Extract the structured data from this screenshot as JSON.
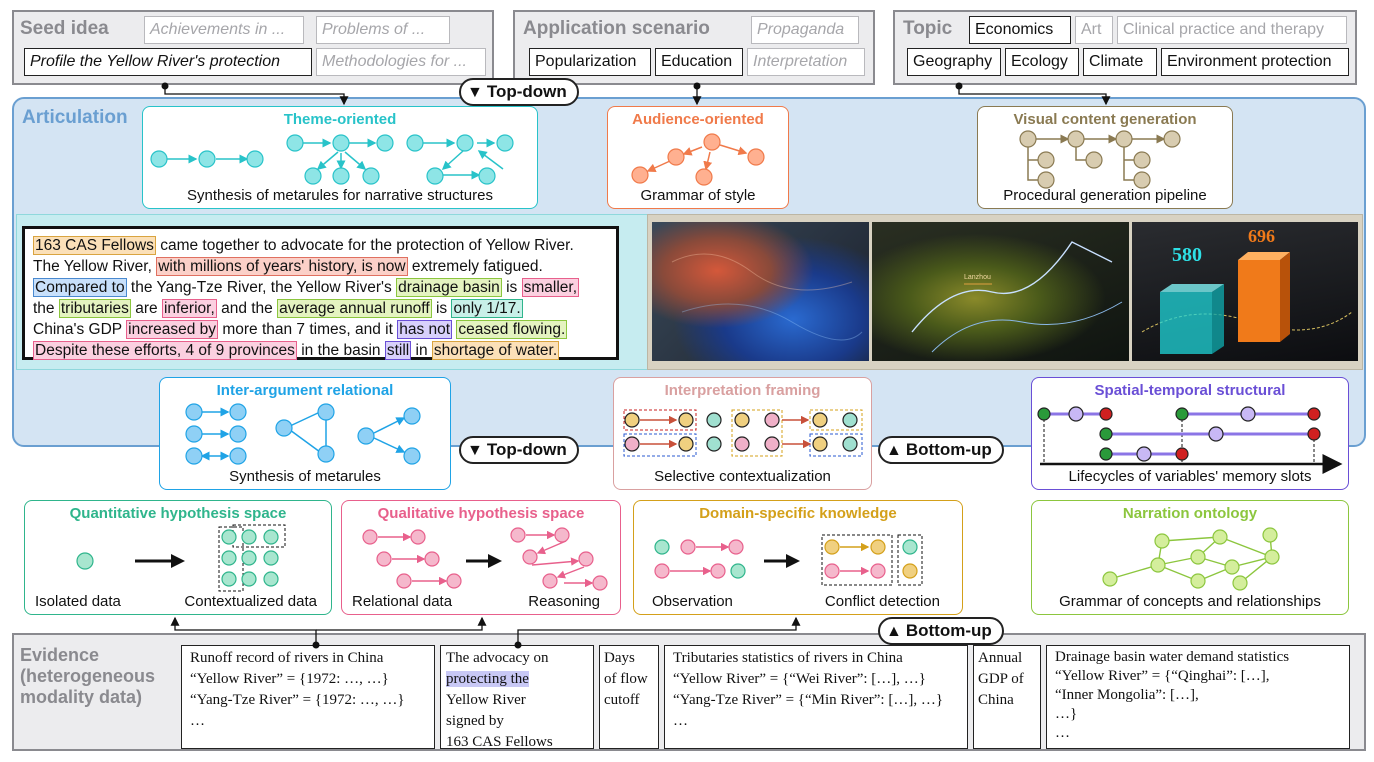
{
  "seed": {
    "title": "Seed idea",
    "chips": [
      "Achievements in ...",
      "Problems of ...",
      "Profile the Yellow River's protection",
      "Methodologies for ..."
    ]
  },
  "scenario": {
    "title": "Application scenario",
    "chips": [
      "Propaganda",
      "Popularization",
      "Education",
      "Interpretation"
    ]
  },
  "topic": {
    "title": "Topic",
    "chips": [
      "Economics",
      "Art",
      "Clinical practice and therapy",
      "Geography",
      "Ecology",
      "Climate",
      "Environment protection"
    ]
  },
  "arrows": {
    "topdown": "Top-down",
    "bottomup": "Bottom-up"
  },
  "articulation": {
    "title": "Articulation",
    "theme": {
      "title": "Theme-oriented",
      "caption": "Synthesis of metarules for narrative structures"
    },
    "audience": {
      "title": "Audience-oriented",
      "caption": "Grammar of style"
    },
    "visual": {
      "title": "Visual content generation",
      "caption": "Procedural generation pipeline"
    }
  },
  "narrative": [
    [
      {
        "t": "163 CAS Fellows",
        "c": "orange"
      },
      {
        "t": " came together to advocate for the protection of Yellow River."
      }
    ],
    [
      {
        "t": "The Yellow River, "
      },
      {
        "t": "with millions of years' history, is now",
        "c": "red"
      },
      {
        "t": " extremely fatigued."
      }
    ],
    [
      {
        "t": "Compared to",
        "c": "blue"
      },
      {
        "t": " the Yang-Tze River, the Yellow River's "
      },
      {
        "t": "drainage basin",
        "c": "green"
      },
      {
        "t": " is "
      },
      {
        "t": "smaller,",
        "c": "pink"
      }
    ],
    [
      {
        "t": "the "
      },
      {
        "t": "tributaries",
        "c": "green"
      },
      {
        "t": " are "
      },
      {
        "t": "inferior,",
        "c": "pink"
      },
      {
        "t": " and the "
      },
      {
        "t": "average annual runoff",
        "c": "green"
      },
      {
        "t": " is "
      },
      {
        "t": "only 1/17.",
        "c": "teal"
      }
    ],
    [
      {
        "t": "China's GDP "
      },
      {
        "t": "increased by",
        "c": "pink"
      },
      {
        "t": " more than 7 times, and it "
      },
      {
        "t": "has not",
        "c": "purple"
      },
      {
        "t": " "
      },
      {
        "t": "ceased flowing.",
        "c": "green"
      }
    ],
    [
      {
        "t": "Despite these efforts, 4 of 9 provinces",
        "c": "pink"
      },
      {
        "t": " in the basin "
      },
      {
        "t": "still",
        "c": "purple"
      },
      {
        "t": " in "
      },
      {
        "t": "shortage of water.",
        "c": "orange"
      }
    ]
  ],
  "images": {
    "num1": "580",
    "num2": "696",
    "label": "Lanzhou"
  },
  "mid": {
    "inter": {
      "title": "Inter-argument relational",
      "caption": "Synthesis of metarules"
    },
    "framing": {
      "title": "Interpretation framing",
      "caption": "Selective contextualization"
    },
    "spatial": {
      "title": "Spatial-temporal structural",
      "caption": "Lifecycles of variables' memory slots"
    }
  },
  "interpretation": {
    "title": "Interpretation",
    "quant": {
      "title": "Quantitative hypothesis space",
      "left": "Isolated data",
      "right": "Contextualized data"
    },
    "qual": {
      "title": "Qualitative hypothesis space",
      "left": "Relational data",
      "right": "Reasoning"
    },
    "domain": {
      "title": "Domain-specific knowledge",
      "left": "Observation",
      "right": "Conflict detection"
    },
    "ontology": {
      "title": "Narration ontology",
      "caption": "Grammar of concepts and relationships"
    }
  },
  "evidence": {
    "title": [
      "Evidence",
      "(heterogeneous",
      "modality data)"
    ],
    "boxes": [
      [
        "Runoff record of rivers in China",
        "“Yellow River” = {1972: …, …}",
        "“Yang-Tze River” = {1972: …, …}",
        "…"
      ],
      [
        "The advocacy on",
        "protecting the",
        "Yellow River",
        "signed by",
        "163 CAS Fellows"
      ],
      [
        "Days",
        "of flow",
        "cutoff"
      ],
      [
        "Tributaries statistics of rivers in China",
        "“Yellow River” = {“Wei River”: […], …}",
        "“Yang-Tze River” = {“Min River”: […], …}",
        "…"
      ],
      [
        "Annual",
        "GDP of",
        "China"
      ],
      [
        "Drainage basin water demand statistics",
        "“Yellow River” = {“Qinghai”: […],",
        "“Inner Mongolia”: […],",
        "…}",
        "…"
      ]
    ]
  },
  "colors": {
    "articulation": "#6a9fd1",
    "interpretation": "#c7b48c",
    "theme": "#28c3c9",
    "audience": "#f07a4a",
    "visual": "#8a7a52",
    "inter": "#1fa3e6",
    "framing": "#d9a0a0",
    "spatial": "#6a4fd6",
    "quant": "#2fb58c",
    "qual": "#e8608c",
    "domain": "#d4a01a",
    "ontology": "#8cc63e"
  }
}
